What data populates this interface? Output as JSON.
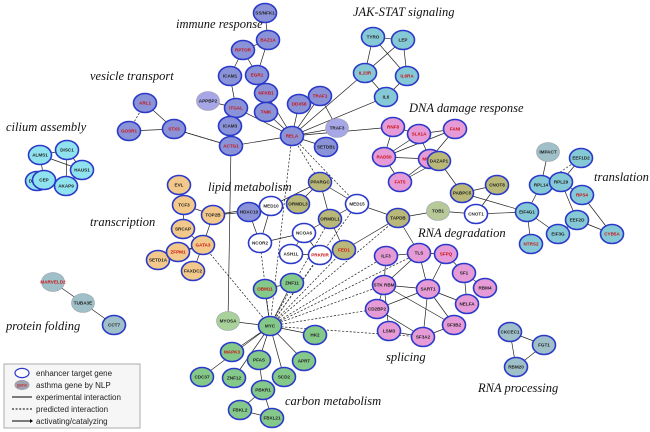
{
  "clusters": {
    "immune": "immune response",
    "jakstat": "JAK-STAT signaling",
    "vesicle": "vesicle transport",
    "dna": "DNA damage response",
    "cilium": "cilium assembly",
    "lipid": "lipid metabolism",
    "translation": "translation",
    "transcription": "transcription",
    "rnadeg": "RNA degradation",
    "protein": "protein folding",
    "splicing": "splicing",
    "rnaproc": "RNA processing",
    "carbon": "carbon metabolism"
  },
  "legend": {
    "enhancer": "enhancer target gene",
    "asthma": "asthma gene  by NLP",
    "gene_glyph": "gene",
    "experimental": "experimental interaction",
    "predicted": "predicted interaction",
    "activating": "activating/catalyzing"
  },
  "colors": {
    "blue_fill": "#8b93d8",
    "teal_fill": "#86c9d6",
    "pink_fill": "#e69ad6",
    "orange_fill": "#f2c98a",
    "olive_fill": "#b9b878",
    "green_fill": "#84c98a",
    "cyan_fill": "#8fe3ee",
    "grey_fill": "#9fbfc9",
    "enhancer_ring": "#2a39c9",
    "asthma_label": "#cc1111"
  },
  "nodes": [
    {
      "id": "NFKB1",
      "label": "SS/NFK1",
      "fill": "blue",
      "asthma": false,
      "ring": true
    },
    {
      "id": "BAZ1A",
      "label": "BAZ1A",
      "fill": "blue",
      "asthma": true,
      "ring": true
    },
    {
      "id": "RPTOR",
      "label": "RPTOR",
      "fill": "blue",
      "asthma": true,
      "ring": true
    },
    {
      "id": "ICAM1",
      "label": "ICAM1",
      "fill": "blue",
      "asthma": false,
      "ring": true
    },
    {
      "id": "EGR1",
      "label": "EGR1",
      "fill": "blue",
      "asthma": true,
      "ring": true
    },
    {
      "id": "NFKB1b",
      "label": "NFKB1",
      "fill": "blue",
      "asthma": true,
      "ring": true
    },
    {
      "id": "APPBP2",
      "label": "APPBP2",
      "fill": "lblue",
      "asthma": false,
      "ring": false
    },
    {
      "id": "ITGAL",
      "label": "ITGAL",
      "fill": "blue",
      "asthma": true,
      "ring": true
    },
    {
      "id": "TNIK",
      "label": "TNIK",
      "fill": "blue",
      "asthma": true,
      "ring": true
    },
    {
      "id": "DDX58",
      "label": "DDX58",
      "fill": "blue",
      "asthma": true,
      "ring": true
    },
    {
      "id": "TRAF1",
      "label": "TRAF1",
      "fill": "blue",
      "asthma": true,
      "ring": true
    },
    {
      "id": "ICAM3",
      "label": "ICAM3",
      "fill": "blue",
      "asthma": false,
      "ring": true
    },
    {
      "id": "ACTG1",
      "label": "ACTG1",
      "fill": "blue",
      "asthma": true,
      "ring": true
    },
    {
      "id": "RELA",
      "label": "RELA",
      "fill": "blue",
      "asthma": true,
      "ring": true
    },
    {
      "id": "TRAF3",
      "label": "TRAF3",
      "fill": "lblue",
      "asthma": false,
      "ring": false
    },
    {
      "id": "SETDB1",
      "label": "SETDB1",
      "fill": "blue",
      "asthma": false,
      "ring": true
    },
    {
      "id": "ARL1",
      "label": "ARL1",
      "fill": "blue",
      "asthma": true,
      "ring": true
    },
    {
      "id": "GOSR1",
      "label": "GOSR1",
      "fill": "blue",
      "asthma": true,
      "ring": true
    },
    {
      "id": "STX3",
      "label": "STX3",
      "fill": "blue",
      "asthma": true,
      "ring": true
    },
    {
      "id": "TYRO",
      "label": "TYRO",
      "fill": "teal",
      "asthma": false,
      "ring": true
    },
    {
      "id": "LEP",
      "label": "LEP",
      "fill": "teal",
      "asthma": false,
      "ring": true
    },
    {
      "id": "IL23R",
      "label": "IL23R",
      "fill": "teal",
      "asthma": true,
      "ring": true
    },
    {
      "id": "IL6RA",
      "label": "IL6RA",
      "fill": "teal",
      "asthma": true,
      "ring": true
    },
    {
      "id": "IL6",
      "label": "IL6",
      "fill": "teal",
      "asthma": false,
      "ring": true
    },
    {
      "id": "RNF8",
      "label": "RNF8",
      "fill": "pink",
      "asthma": true,
      "ring": true
    },
    {
      "id": "SLX1A",
      "label": "SLX1A",
      "fill": "pink",
      "asthma": true,
      "ring": true
    },
    {
      "id": "FANI",
      "label": "FANI",
      "fill": "pink",
      "asthma": true,
      "ring": true
    },
    {
      "id": "RAD50",
      "label": "RAD50",
      "fill": "pink",
      "asthma": true,
      "ring": true
    },
    {
      "id": "MUS81",
      "label": "MUS81",
      "fill": "pink",
      "asthma": true,
      "ring": true
    },
    {
      "id": "FAT5",
      "label": "FAT5",
      "fill": "pink",
      "asthma": true,
      "ring": true
    },
    {
      "id": "ALMS1",
      "label": "ALMS1",
      "fill": "cyan",
      "asthma": false,
      "ring": true
    },
    {
      "id": "DISC1",
      "label": "DISC1",
      "fill": "cyan",
      "asthma": false,
      "ring": true
    },
    {
      "id": "DISC1b",
      "label": "DISC1P",
      "fill": "cyan",
      "asthma": false,
      "ring": true
    },
    {
      "id": "HAUS1",
      "label": "HAUS1",
      "fill": "cyan",
      "asthma": false,
      "ring": true
    },
    {
      "id": "CEP",
      "label": "CEP",
      "fill": "cyan",
      "asthma": false,
      "ring": true
    },
    {
      "id": "AKAP9",
      "label": "AKAP9",
      "fill": "cyan",
      "asthma": false,
      "ring": true
    },
    {
      "id": "EVL",
      "label": "EVL",
      "fill": "orange",
      "asthma": false,
      "ring": true
    },
    {
      "id": "TCF3",
      "label": "TCF3",
      "fill": "orange",
      "asthma": false,
      "ring": true
    },
    {
      "id": "TOP2B",
      "label": "TOP2B",
      "fill": "orange",
      "asthma": false,
      "ring": true
    },
    {
      "id": "SRCAP",
      "label": "SRCAP",
      "fill": "orange",
      "asthma": false,
      "ring": true
    },
    {
      "id": "GATA3",
      "label": "GATA3",
      "fill": "orange",
      "asthma": true,
      "ring": true
    },
    {
      "id": "SETD1A",
      "label": "SETD1A",
      "fill": "orange",
      "asthma": false,
      "ring": true
    },
    {
      "id": "ZFPM1",
      "label": "ZFPM1",
      "fill": "orange",
      "asthma": true,
      "ring": true
    },
    {
      "id": "FAXDC2",
      "label": "FAXDC2",
      "fill": "orange",
      "asthma": false,
      "ring": true
    },
    {
      "id": "HDAC10",
      "label": "HDAC10",
      "fill": "blue",
      "asthma": false,
      "ring": true
    },
    {
      "id": "MED10",
      "label": "MED10",
      "fill": "white",
      "asthma": false,
      "ring": true
    },
    {
      "id": "NCOR2",
      "label": "NCOR2",
      "fill": "white",
      "asthma": false,
      "ring": true
    },
    {
      "id": "NCOA6",
      "label": "NCOA6",
      "fill": "white",
      "asthma": false,
      "ring": true
    },
    {
      "id": "ASH1L",
      "label": "ASH1L",
      "fill": "white",
      "asthma": false,
      "ring": true
    },
    {
      "id": "PRKRIR",
      "label": "PRKRIR",
      "fill": "white",
      "asthma": true,
      "ring": true
    },
    {
      "id": "PPARGC",
      "label": "PPARGC",
      "fill": "olive",
      "asthma": false,
      "ring": true
    },
    {
      "id": "ORMDL3",
      "label": "ORMDL3",
      "fill": "olive",
      "asthma": false,
      "ring": true
    },
    {
      "id": "ORMDL1",
      "label": "ORMDL1",
      "fill": "olive",
      "asthma": false,
      "ring": true
    },
    {
      "id": "MED15",
      "label": "MED15",
      "fill": "white",
      "asthma": false,
      "ring": true
    },
    {
      "id": "FED1",
      "label": "FED1",
      "fill": "olive",
      "asthma": true,
      "ring": true
    },
    {
      "id": "TAPDB",
      "label": "TAPDB",
      "fill": "olive",
      "asthma": false,
      "ring": true
    },
    {
      "id": "DAZAP1",
      "label": "DAZAP1",
      "fill": "olive",
      "asthma": false,
      "ring": true
    },
    {
      "id": "PABPC5",
      "label": "PABPC5",
      "fill": "olive",
      "asthma": false,
      "ring": true
    },
    {
      "id": "CNOT8",
      "label": "CNOT8",
      "fill": "olive",
      "asthma": false,
      "ring": true
    },
    {
      "id": "TOB1",
      "label": "TOB1",
      "fill": "lolive",
      "asthma": false,
      "ring": false
    },
    {
      "id": "CNOT1",
      "label": "CNOT1",
      "fill": "white",
      "asthma": false,
      "ring": true
    },
    {
      "id": "IMPACT",
      "label": "IMPACT",
      "fill": "grey",
      "asthma": false,
      "ring": false
    },
    {
      "id": "RPL14",
      "label": "RPL14",
      "fill": "teal",
      "asthma": false,
      "ring": true
    },
    {
      "id": "EEF1D2",
      "label": "EEF1D2",
      "fill": "teal",
      "asthma": false,
      "ring": true
    },
    {
      "id": "RPL29",
      "label": "RPL29",
      "fill": "teal",
      "asthma": false,
      "ring": true
    },
    {
      "id": "RPS4",
      "label": "RPS4",
      "fill": "teal",
      "asthma": true,
      "ring": true
    },
    {
      "id": "EIF4G1",
      "label": "EIF4G1",
      "fill": "teal",
      "asthma": false,
      "ring": true
    },
    {
      "id": "EEF2D",
      "label": "EEF2D",
      "fill": "teal",
      "asthma": false,
      "ring": true
    },
    {
      "id": "EEF3G",
      "label": "EIF3G",
      "fill": "teal",
      "asthma": false,
      "ring": true
    },
    {
      "id": "CYB5A",
      "label": "CYB5A",
      "fill": "teal",
      "asthma": true,
      "ring": true
    },
    {
      "id": "NTRS2",
      "label": "NTRS2",
      "fill": "teal",
      "asthma": true,
      "ring": true
    },
    {
      "id": "ILF3",
      "label": "ILF3",
      "fill": "pink",
      "asthma": false,
      "ring": true
    },
    {
      "id": "TLS",
      "label": "TLS",
      "fill": "pink",
      "asthma": false,
      "ring": true
    },
    {
      "id": "SFPQ",
      "label": "SFPQ",
      "fill": "pink",
      "asthma": true,
      "ring": true
    },
    {
      "id": "SF1",
      "label": "SF1",
      "fill": "pink",
      "asthma": false,
      "ring": true
    },
    {
      "id": "STKRS",
      "label": "STK RBM",
      "fill": "pink",
      "asthma": false,
      "ring": true
    },
    {
      "id": "SART1",
      "label": "SART1",
      "fill": "pink",
      "asthma": false,
      "ring": true
    },
    {
      "id": "CD2BP2",
      "label": "CD2BP2",
      "fill": "pink",
      "asthma": false,
      "ring": true
    },
    {
      "id": "RBM4",
      "label": "RBM4",
      "fill": "pink",
      "asthma": false,
      "ring": true
    },
    {
      "id": "NELFA",
      "label": "NELFA",
      "fill": "pink",
      "asthma": false,
      "ring": true
    },
    {
      "id": "LSM3",
      "label": "LSM3",
      "fill": "pink",
      "asthma": false,
      "ring": true
    },
    {
      "id": "SF3B2",
      "label": "SF3B2",
      "fill": "pink",
      "asthma": false,
      "ring": true
    },
    {
      "id": "SF3A2",
      "label": "SF3A2",
      "fill": "pink",
      "asthma": false,
      "ring": true
    },
    {
      "id": "ZNF11",
      "label": "ZNF11",
      "fill": "green",
      "asthma": false,
      "ring": true
    },
    {
      "id": "OBM11",
      "label": "OBM11",
      "fill": "green",
      "asthma": true,
      "ring": true
    },
    {
      "id": "MYOSA",
      "label": "MYOSA",
      "fill": "lgreen",
      "asthma": false,
      "ring": false
    },
    {
      "id": "MYC",
      "label": "MYC",
      "fill": "green",
      "asthma": false,
      "ring": true
    },
    {
      "id": "HK2",
      "label": "HK2",
      "fill": "green",
      "asthma": false,
      "ring": true
    },
    {
      "id": "MAPK3",
      "label": "MAPK3",
      "fill": "green",
      "asthma": true,
      "ring": true
    },
    {
      "id": "PFAS",
      "label": "PFAS",
      "fill": "green",
      "asthma": false,
      "ring": true
    },
    {
      "id": "APRT",
      "label": "APRT",
      "fill": "green",
      "asthma": false,
      "ring": true
    },
    {
      "id": "CDC37",
      "label": "CDC37",
      "fill": "green",
      "asthma": false,
      "ring": true
    },
    {
      "id": "ZNF12",
      "label": "ZNF12",
      "fill": "green",
      "asthma": false,
      "ring": true
    },
    {
      "id": "SCD2",
      "label": "SCD2",
      "fill": "green",
      "asthma": false,
      "ring": true
    },
    {
      "id": "PBKR1",
      "label": "PBKR1",
      "fill": "green",
      "asthma": false,
      "ring": true
    },
    {
      "id": "FBKL2",
      "label": "FBKL2",
      "fill": "green",
      "asthma": false,
      "ring": true
    },
    {
      "id": "FBXL21",
      "label": "FBXL21",
      "fill": "green",
      "asthma": false,
      "ring": true
    },
    {
      "id": "MARVELD2",
      "label": "MARVELD2",
      "fill": "grey",
      "asthma": true,
      "ring": false
    },
    {
      "id": "TUBA3E",
      "label": "TUBA3E",
      "fill": "grey",
      "asthma": false,
      "ring": false
    },
    {
      "id": "CCT7",
      "label": "CCT7",
      "fill": "grey",
      "asthma": false,
      "ring": true
    },
    {
      "id": "CHCEC1",
      "label": "CKCEC1",
      "fill": "grey",
      "asthma": false,
      "ring": true
    },
    {
      "id": "FGT1",
      "label": "FGT1",
      "fill": "grey",
      "asthma": false,
      "ring": true
    },
    {
      "id": "RBM20",
      "label": "RBM20",
      "fill": "grey",
      "asthma": false,
      "ring": true
    }
  ]
}
